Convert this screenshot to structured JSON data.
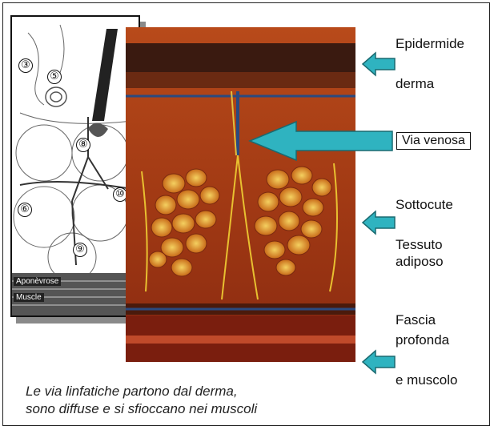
{
  "labels": {
    "epidermide": "Epidermide",
    "derma": "derma",
    "via_venosa": "Via venosa",
    "sottocute": "Sottocute",
    "tessuto": "Tessuto",
    "adiposo": "adiposo",
    "fascia": "Fascia",
    "profonda": "profonda",
    "muscolo": "e muscolo"
  },
  "inset": {
    "numbers": [
      "③",
      "⑤",
      "⑧",
      "⑩",
      "⑥",
      "⑨"
    ],
    "aponevrose": "Aponèvrose",
    "muscle": "Muscle"
  },
  "caption": {
    "line1": "Le via linfatiche partono dal derma,",
    "line2": "sono diffuse e si sfioccano nei muscoli"
  },
  "colors": {
    "arrow": "#2fb3c0",
    "skin_dark": "#7a2a10",
    "skin_mid": "#c0501e",
    "fat": "#e8b020"
  }
}
